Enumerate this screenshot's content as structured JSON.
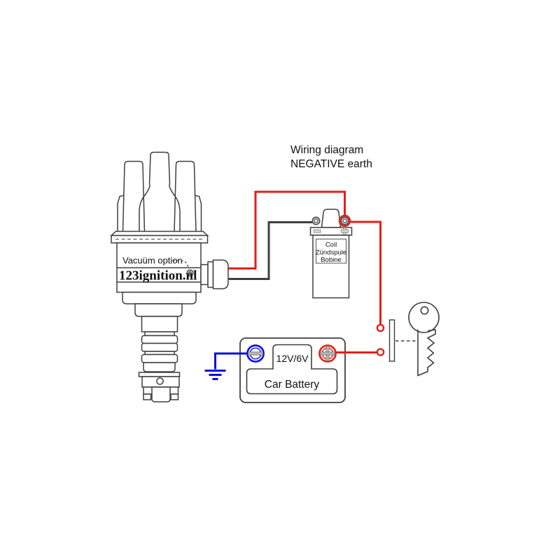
{
  "title": {
    "line1": "Wiring diagram",
    "line2": "NEGATIVE earth"
  },
  "distributor": {
    "vacuum_label": "Vacuüm option",
    "brand_label": "123ignition.nl"
  },
  "coil": {
    "label_line1": "Coil",
    "label_line2": "Zündspule",
    "label_line3": "Bobine"
  },
  "battery": {
    "voltage_label": "12V/6V",
    "name_label": "Car Battery"
  },
  "colors": {
    "wire_red": "#e32019",
    "wire_blue": "#0d0ddd",
    "wire_black": "#3f3f3f",
    "outline_gray": "#3f3f3f",
    "terminal_gray": "#b3b3b3"
  }
}
